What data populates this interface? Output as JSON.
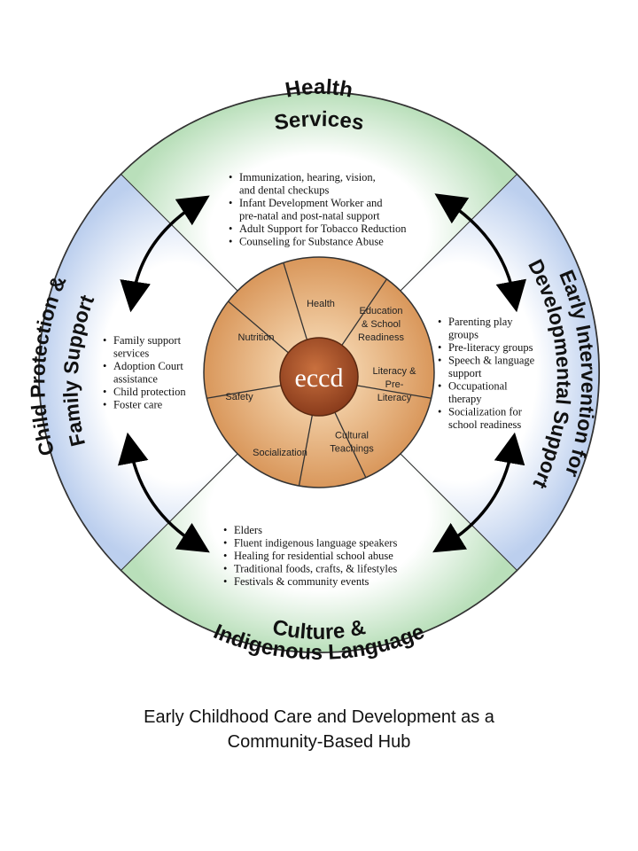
{
  "hub_label": "eccd",
  "outer_sections": {
    "top": {
      "title_lines": [
        "Health",
        "Services"
      ],
      "bullets": [
        [
          "Immunization, hearing, vision,",
          "and dental checkups"
        ],
        [
          "Infant Development Worker and",
          "pre-natal and post-natal support"
        ],
        [
          "Adult Support for Tobacco Reduction"
        ],
        [
          "Counseling for Substance Abuse"
        ]
      ]
    },
    "right": {
      "title_lines": [
        "Early Intervention for",
        "Developmental Support"
      ],
      "bullets": [
        [
          "Parenting play",
          "groups"
        ],
        [
          "Pre-literacy groups"
        ],
        [
          "Speech & language",
          "support"
        ],
        [
          "Occupational",
          "therapy"
        ],
        [
          "Socialization for",
          "school readiness"
        ]
      ]
    },
    "bottom": {
      "title_lines": [
        "Culture &",
        "Indigenous Language"
      ],
      "bullets": [
        [
          "Elders"
        ],
        [
          "Fluent indigenous language speakers"
        ],
        [
          "Healing for residential school abuse"
        ],
        [
          "Traditional foods, crafts, & lifestyles"
        ],
        [
          "Festivals & community events"
        ]
      ]
    },
    "left": {
      "title_lines": [
        "Child Protection &",
        "Family Support"
      ],
      "bullets": [
        [
          "Family support",
          "services"
        ],
        [
          "Adoption Court",
          "assistance"
        ],
        [
          "Child protection"
        ],
        [
          "Foster care"
        ]
      ]
    }
  },
  "inner_segments": [
    [
      "Health"
    ],
    [
      "Education",
      "& School",
      "Readiness"
    ],
    [
      "Literacy &",
      "Pre-",
      "Literacy"
    ],
    [
      "Cultural",
      "Teachings"
    ],
    [
      "Socialization"
    ],
    [
      "Safety"
    ],
    [
      "Nutrition"
    ]
  ],
  "caption_lines": [
    "Early Childhood Care and Development as a",
    "Community-Based Hub"
  ],
  "colors": {
    "vertical_fill": "#d6ecd6",
    "horizontal_fill": "#d8e3f4",
    "wheel_fill": "#e3b07c",
    "hub_fill": "#a5502a",
    "rim": "#333333"
  }
}
